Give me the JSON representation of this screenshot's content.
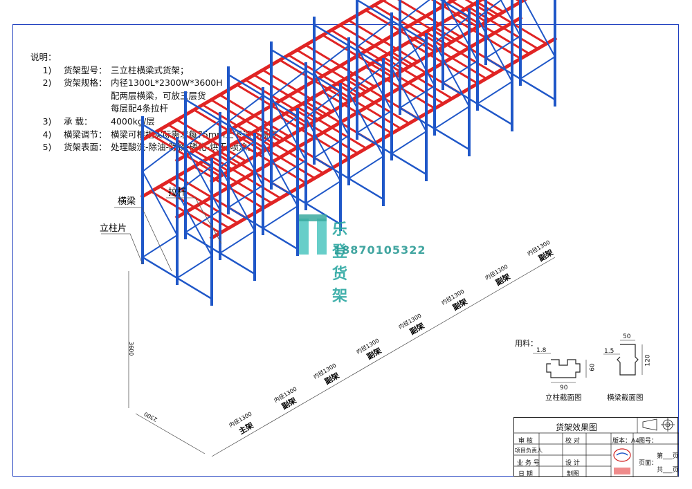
{
  "notes": {
    "heading": "说明：",
    "items": [
      {
        "num": "1)",
        "label": "货架型号：",
        "lines": [
          "三立柱横梁式货架；"
        ]
      },
      {
        "num": "2)",
        "label": "货架规格：",
        "lines": [
          "内径1300L*2300W*3600H",
          "配两层横梁，可放三层货",
          "每层配4条拉杆"
        ]
      },
      {
        "num": "3)",
        "label": "承    载：",
        "lines": [
          "4000kg/层"
        ]
      },
      {
        "num": "4)",
        "label": "横梁调节：",
        "lines": [
          "横梁可根据实际需求每75mm上下调节高度"
        ]
      },
      {
        "num": "5)",
        "label": "货架表面：",
        "lines": [
          "处理酸洗-除油-除锈-磷化-烘干-喷涂。"
        ]
      }
    ]
  },
  "callouts": {
    "beam": "横梁",
    "tie": "拉杆",
    "upright": "立柱片"
  },
  "dims": {
    "height": "3600",
    "depth": "2300",
    "bay": "内径1300"
  },
  "frames": {
    "main": "主架",
    "sub": "副架"
  },
  "watermark": {
    "brand": "乐登货架",
    "phone": "18870105322"
  },
  "materials": {
    "heading": "用料：",
    "upright": {
      "title": "立柱截面图",
      "t": "1.8",
      "w": "90",
      "h": "60"
    },
    "beam": {
      "title": "横梁截面图",
      "t": "1.5",
      "w": "50",
      "h": "120"
    }
  },
  "titleblock": {
    "title": "货架效果图",
    "review": "审  核",
    "check": "校  对",
    "scale": "版本：A4",
    "figno": "图号：",
    "lead": "项目负责人",
    "design": "设  计",
    "biz": "业 务 号",
    "draw": "制图",
    "date": "日  期",
    "page": "页面：",
    "sheet": "第___页",
    "total": "共___页"
  },
  "colors": {
    "upright": "#1f57c8",
    "beam": "#e02424",
    "frame": "#1f3fbf"
  }
}
